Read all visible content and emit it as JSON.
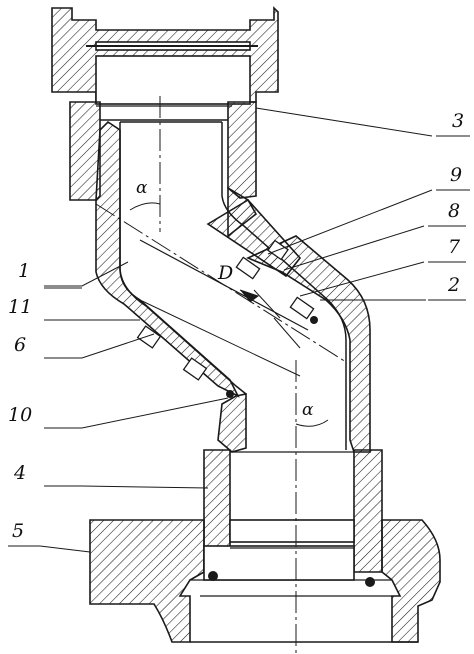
{
  "callouts": {
    "n1": "1",
    "n2": "2",
    "n3": "3",
    "n4": "4",
    "n5": "5",
    "n6": "6",
    "n7": "7",
    "n8": "8",
    "n9": "9",
    "n10": "10",
    "n11": "11"
  },
  "dimensions": {
    "diameter": "D",
    "angle_upper": "α",
    "angle_lower": "α"
  },
  "colors": {
    "ink": "#1a1a1a",
    "paper": "#ffffff"
  }
}
